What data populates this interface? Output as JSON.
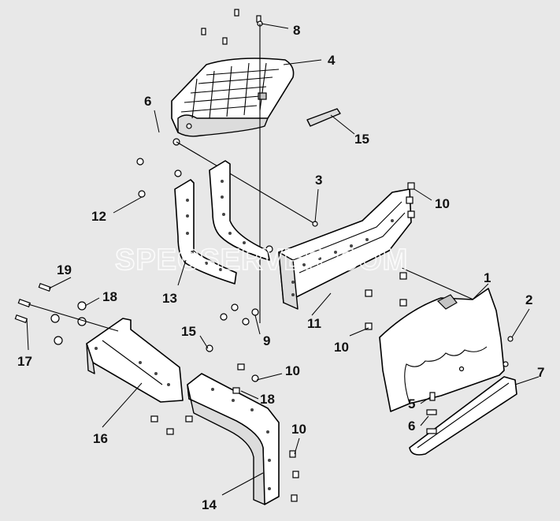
{
  "watermark": "SPECSERVER.COM",
  "callouts": [
    {
      "id": "c1",
      "label": "1"
    },
    {
      "id": "c2",
      "label": "2"
    },
    {
      "id": "c3",
      "label": "3"
    },
    {
      "id": "c4",
      "label": "4"
    },
    {
      "id": "c5",
      "label": "5"
    },
    {
      "id": "c6a",
      "label": "6"
    },
    {
      "id": "c6b",
      "label": "6"
    },
    {
      "id": "c7",
      "label": "7"
    },
    {
      "id": "c8",
      "label": "8"
    },
    {
      "id": "c9",
      "label": "9"
    },
    {
      "id": "c10a",
      "label": "10"
    },
    {
      "id": "c10b",
      "label": "10"
    },
    {
      "id": "c10c",
      "label": "10"
    },
    {
      "id": "c10d",
      "label": "10"
    },
    {
      "id": "c11",
      "label": "11"
    },
    {
      "id": "c12",
      "label": "12"
    },
    {
      "id": "c13",
      "label": "13"
    },
    {
      "id": "c14",
      "label": "14"
    },
    {
      "id": "c15a",
      "label": "15"
    },
    {
      "id": "c15b",
      "label": "15"
    },
    {
      "id": "c16",
      "label": "16"
    },
    {
      "id": "c17",
      "label": "17"
    },
    {
      "id": "c18a",
      "label": "18"
    },
    {
      "id": "c18b",
      "label": "18"
    },
    {
      "id": "c19",
      "label": "19"
    }
  ]
}
